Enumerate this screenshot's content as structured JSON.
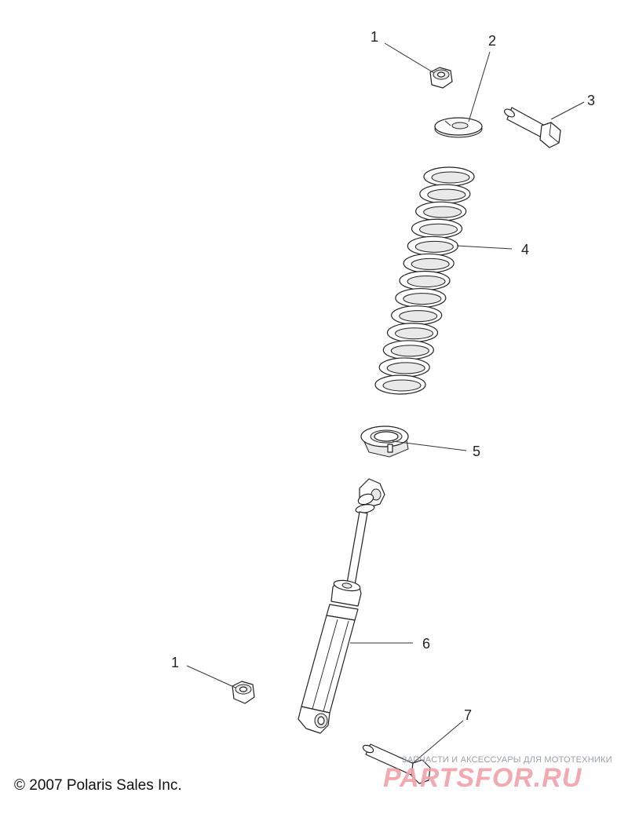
{
  "diagram": {
    "callouts": [
      {
        "id": "c1a",
        "label": "1"
      },
      {
        "id": "c2",
        "label": "2"
      },
      {
        "id": "c3",
        "label": "3"
      },
      {
        "id": "c4",
        "label": "4"
      },
      {
        "id": "c5",
        "label": "5"
      },
      {
        "id": "c6",
        "label": "6"
      },
      {
        "id": "c1b",
        "label": "1"
      },
      {
        "id": "c7",
        "label": "7"
      }
    ],
    "parts": [
      "nut-icon",
      "washer-icon",
      "bolt-icon",
      "coil-spring-icon",
      "spring-retainer-icon",
      "shock-absorber-icon",
      "nut-icon",
      "bolt-icon"
    ]
  },
  "footer": {
    "copyright": "© 2007 Polaris Sales Inc."
  },
  "watermark": {
    "tagline": "ЗАПЧАСТИ И АКСЕССУАРЫ ДЛЯ МОТОТЕХНИКИ",
    "logo_text": "PARTSFOR.RU",
    "color": "#f2a0a8"
  }
}
